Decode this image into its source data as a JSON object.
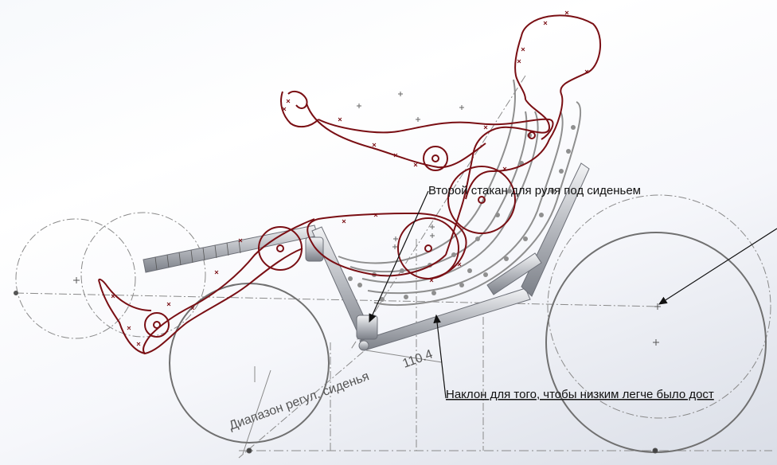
{
  "annotations": {
    "second_cup": "Второй стакан для руля под сиденьем",
    "slope": "Наклон для того, чтобы низким легче было дост",
    "range": "Диапазон регул. сиденья",
    "dimension": "110.4"
  },
  "colors": {
    "rider_outline": "#7a0f14",
    "frame_tube": "#b9bcc2",
    "construction_line": "#8a8a8a",
    "wheel_line": "#707070"
  }
}
